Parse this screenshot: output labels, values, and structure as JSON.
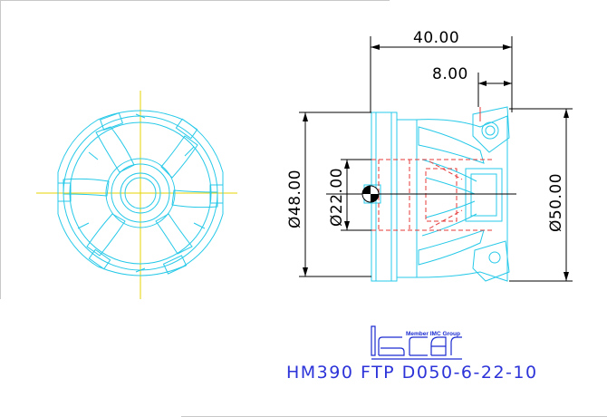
{
  "drawing": {
    "dimensions": {
      "length_total": "40.00",
      "insert_offset": "8.00",
      "body_diameter": "Ø48.00",
      "bore_diameter": "Ø22.00",
      "cutting_diameter": "Ø50.00"
    },
    "logo": {
      "member_text": "Member IMC Group",
      "brand": "ISCAR"
    },
    "designation": "HM390 FTP D050-6-22-10"
  }
}
